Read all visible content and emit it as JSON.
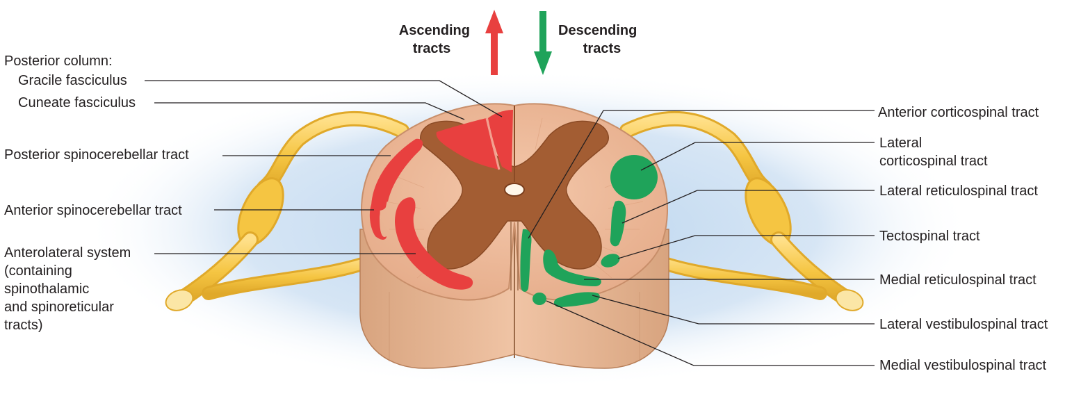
{
  "legend": {
    "ascending": "Ascending tracts",
    "ascending_line1": "Ascending",
    "ascending_line2": "tracts",
    "descending": "Descending tracts",
    "descending_line1": "Descending",
    "descending_line2": "tracts",
    "ascending_color": "#e8403f",
    "descending_color": "#1fa35a"
  },
  "left_labels": {
    "posterior_column": "Posterior column:",
    "gracile": "Gracile fasciculus",
    "cuneate": "Cuneate fasciculus",
    "post_spinocerebellar": "Posterior spinocerebellar tract",
    "ant_spinocerebellar": "Anterior spinocerebellar tract",
    "anterolateral_lines": [
      "Anterolateral system",
      "(containing",
      "spinothalamic",
      "and spinoreticular",
      "tracts)"
    ]
  },
  "right_labels": {
    "ant_corticospinal": "Anterior corticospinal tract",
    "lat_corticospinal_lines": [
      "Lateral",
      "corticospinal tract"
    ],
    "lat_reticulospinal": "Lateral reticulospinal tract",
    "tectospinal": "Tectospinal tract",
    "med_reticulospinal": "Medial reticulospinal tract",
    "lat_vestibulospinal": "Lateral vestibulospinal tract",
    "med_vestibulospinal": "Medial vestibulospinal tract"
  },
  "colors": {
    "white_matter": "#eab594",
    "gray_matter": "#a35d33",
    "nerve": "#f5c542",
    "background_glow": "#b9d4ee"
  }
}
